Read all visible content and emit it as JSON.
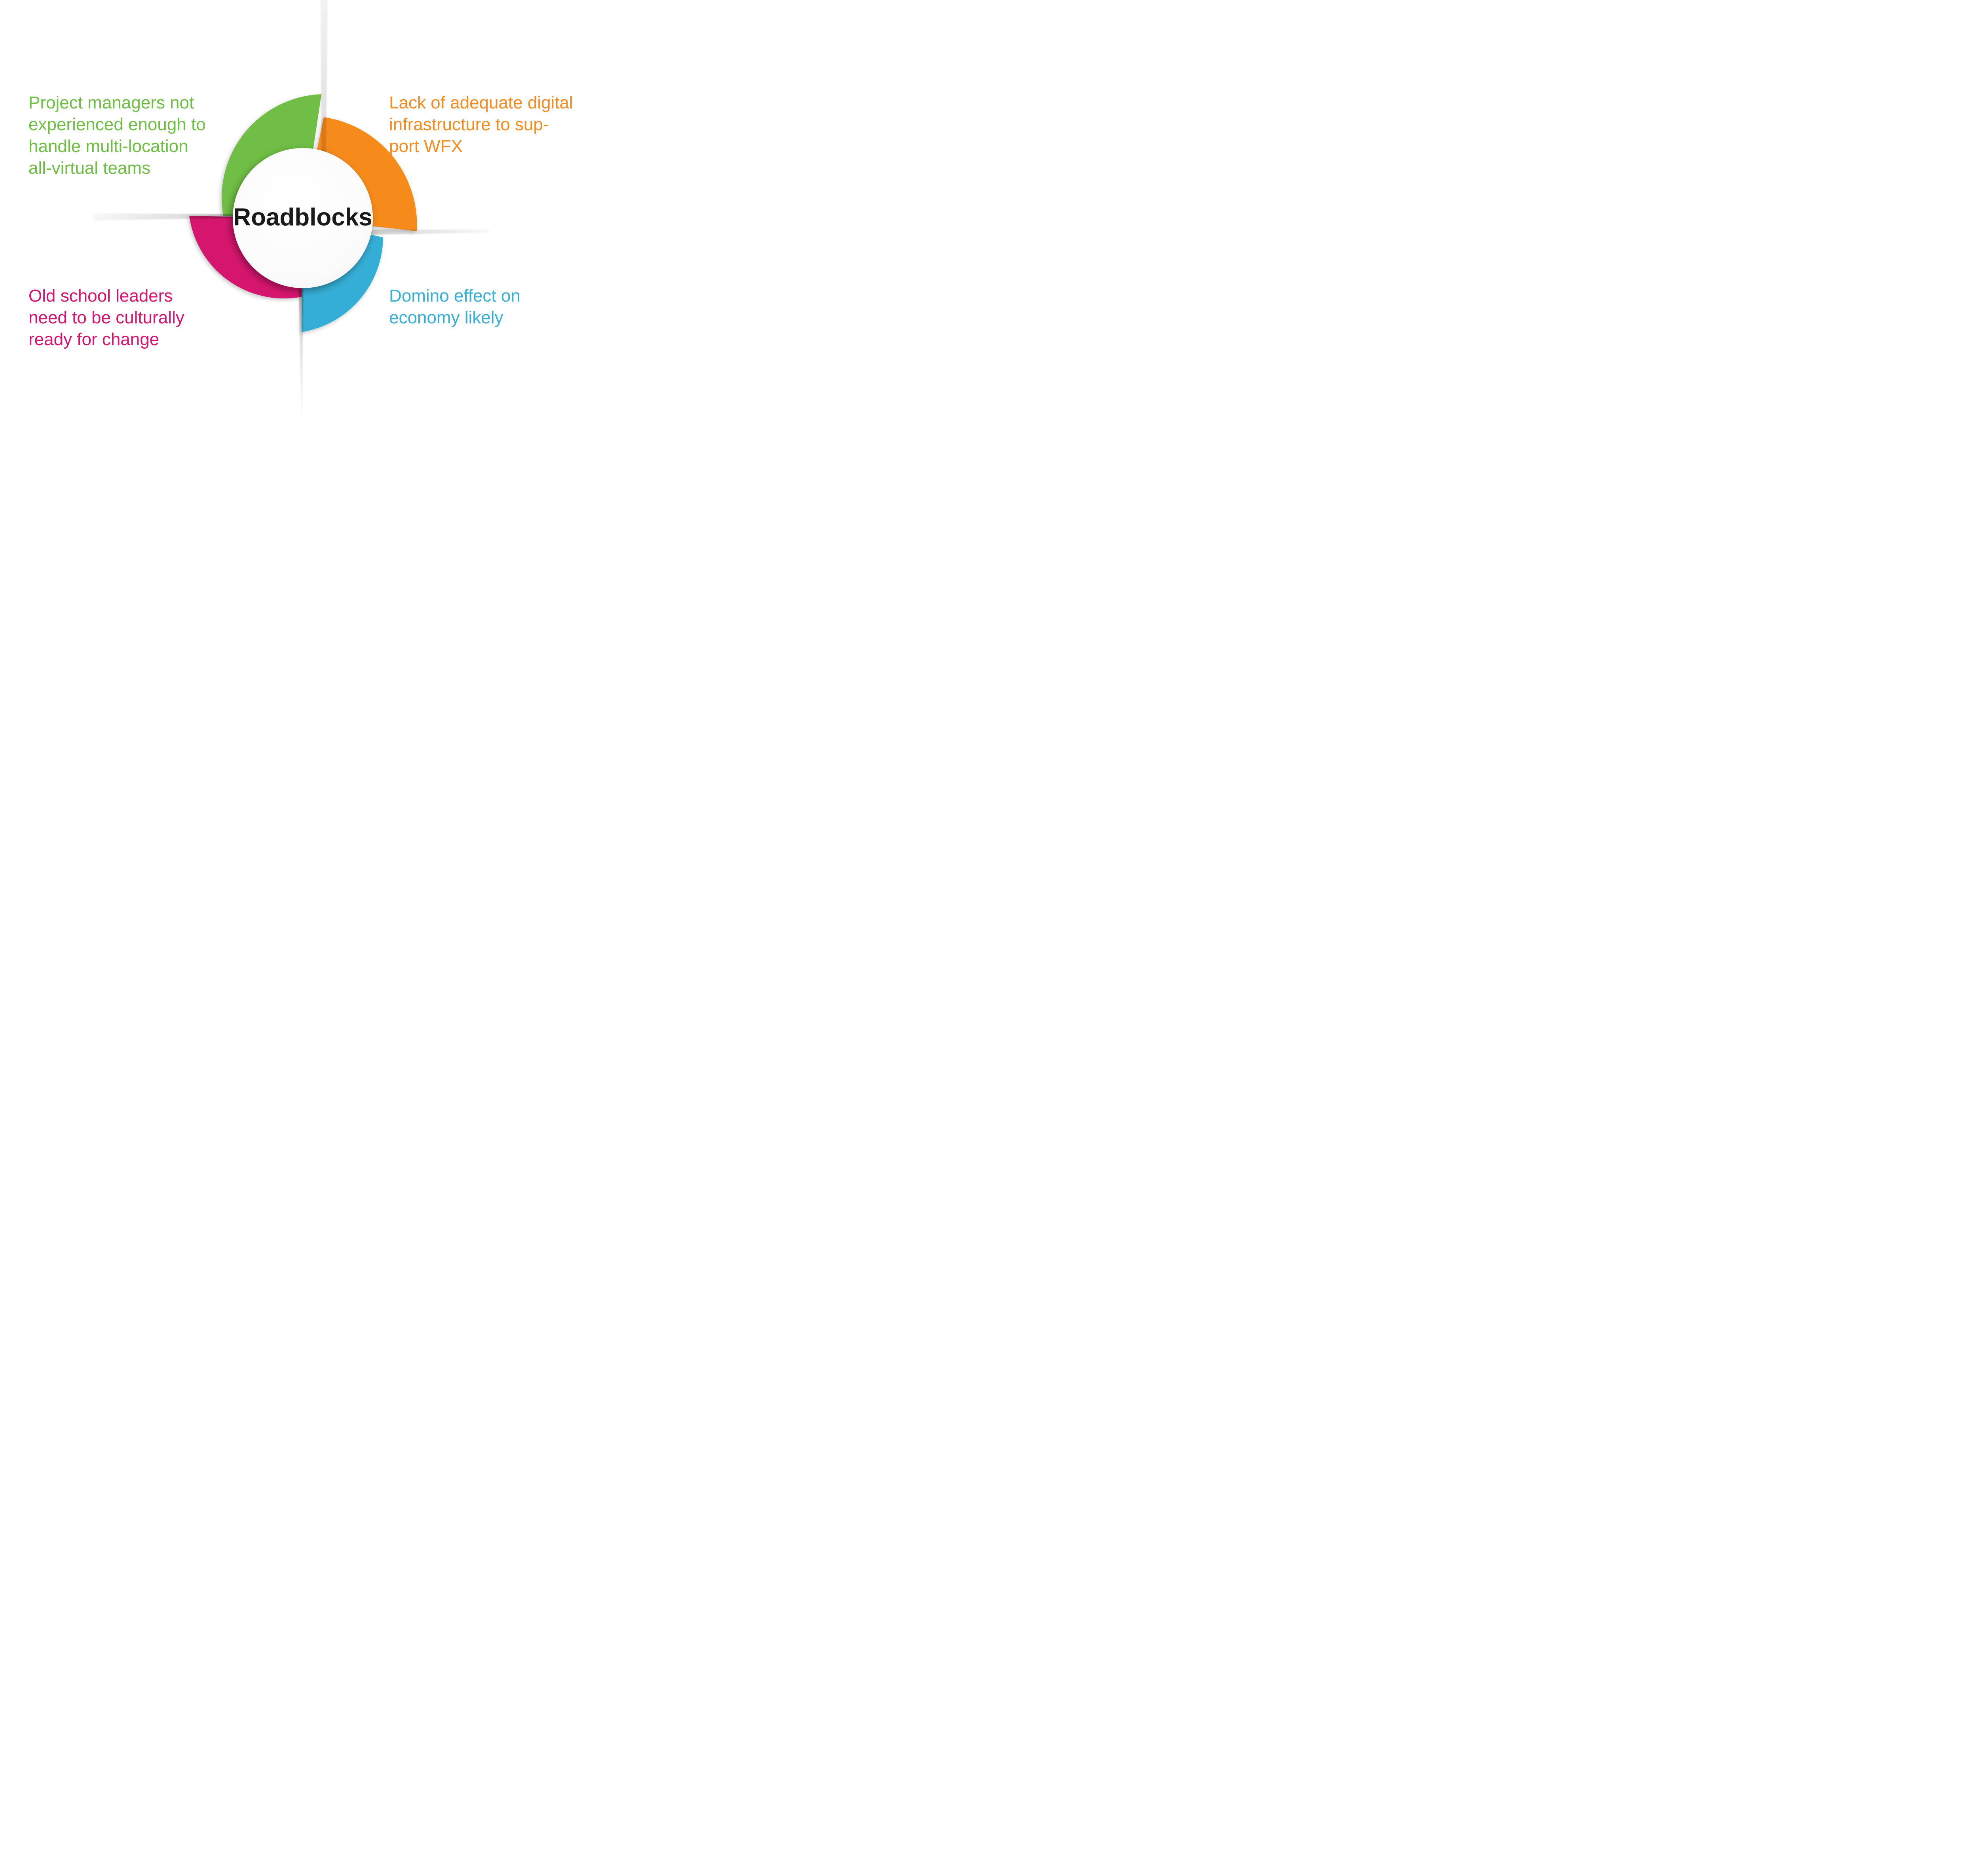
{
  "diagram": {
    "title": "Roadblocks",
    "title_color": "#1a1a1a",
    "background_color": "#ffffff",
    "quadrants": {
      "top_left": {
        "position": "top-left",
        "color": "#6FBE44",
        "label": "Project managers not\nexperienced enough to\nhandle multi-location\nall-virtual teams"
      },
      "top_right": {
        "position": "top-right",
        "color": "#F68B1E",
        "label": "Lack of adequate digital\ninfrastructure to sup-\nport WFX"
      },
      "bottom_right": {
        "position": "bottom-right",
        "color": "#36AED5",
        "label": "Domino effect on\neconomy likely"
      },
      "bottom_left": {
        "position": "bottom-left",
        "color": "#D6146E",
        "label": "Old school leaders\nneed to be culturally\nready for change"
      }
    }
  }
}
